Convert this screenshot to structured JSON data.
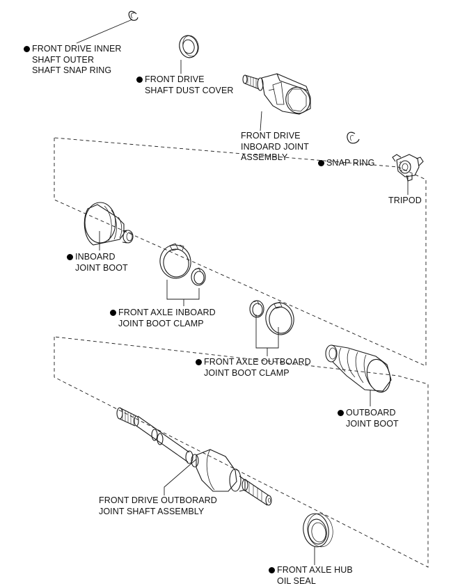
{
  "labels": {
    "inner_snap_ring": [
      "FRONT DRIVE INNER",
      "SHAFT OUTER",
      "SHAFT SNAP RING"
    ],
    "dust_cover": [
      "FRONT DRIVE",
      "SHAFT DUST COVER"
    ],
    "inboard_joint_assembly": [
      "FRONT DRIVE",
      "INBOARD JOINT",
      "ASSEMBLY"
    ],
    "snap_ring": [
      "SNAP RING"
    ],
    "tripod": [
      "TRIPOD"
    ],
    "inboard_boot": [
      "INBOARD",
      "JOINT BOOT"
    ],
    "inboard_clamp": [
      "FRONT AXLE INBOARD",
      "JOINT BOOT CLAMP"
    ],
    "outboard_clamp": [
      "FRONT AXLE OUTBOARD",
      "JOINT BOOT CLAMP"
    ],
    "outboard_boot": [
      "OUTBOARD",
      "JOINT BOOT"
    ],
    "outboard_shaft": [
      "FRONT DRIVE OUTBORARD",
      "JOINT SHAFT ASSEMBLY"
    ],
    "hub_oil_seal": [
      "FRONT AXLE HUB",
      "OIL SEAL"
    ]
  },
  "colors": {
    "line": "#1a1a1a",
    "bullet": "#000000",
    "background": "#ffffff"
  }
}
